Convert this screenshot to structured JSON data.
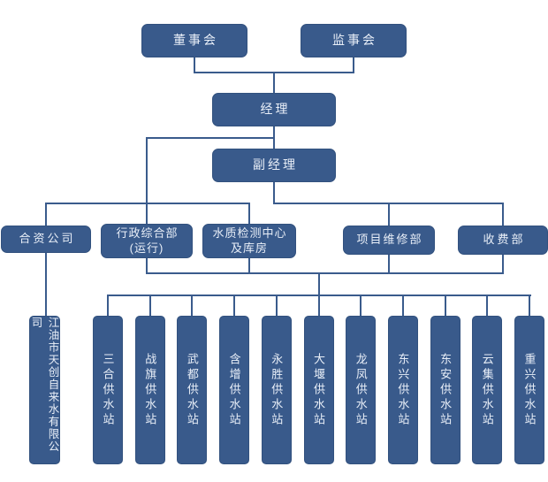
{
  "org": {
    "top_row": [
      {
        "id": "board-of-directors",
        "label": "董事会"
      },
      {
        "id": "supervisory-board",
        "label": "监事会"
      }
    ],
    "manager": {
      "label": "经理"
    },
    "deputy_manager": {
      "label": "副经理"
    },
    "departments": [
      {
        "id": "joint-venture",
        "label": "合资公司"
      },
      {
        "id": "admin-operations",
        "label": "行政综合部\n(运行)"
      },
      {
        "id": "water-quality-center",
        "label": "水质检测中心\n及库房"
      },
      {
        "id": "project-maintenance",
        "label": "项目维修部"
      },
      {
        "id": "fee-collection",
        "label": "收费部"
      }
    ],
    "subsidiary": {
      "label": "江油市天创自来水有限公司"
    },
    "stations": [
      "三合供水站",
      "战旗供水站",
      "武都供水站",
      "含增供水站",
      "永胜供水站",
      "大堰供水站",
      "龙凤供水站",
      "东兴供水站",
      "东安供水站",
      "云集供水站",
      "重兴供水站"
    ],
    "colors": {
      "box_fill": "#395A8B",
      "box_border": "#32517E",
      "connector_line": "#3A5B8C",
      "text": "#E9EFF8",
      "background": "#FFFFFF"
    }
  }
}
